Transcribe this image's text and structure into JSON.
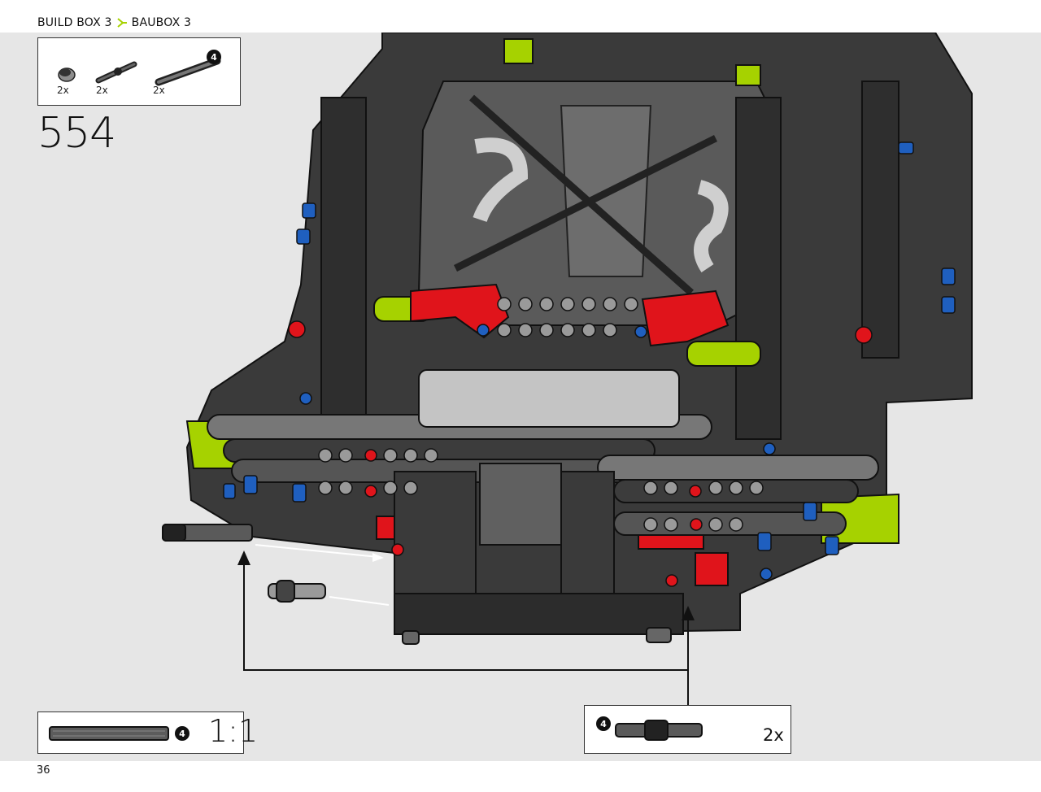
{
  "header": {
    "crumb_en": "BUILD BOX 3",
    "crumb_de": "BAUBOX 3",
    "accent_color": "#a6d200"
  },
  "parts_box": {
    "items": [
      {
        "icon": "bush-icon",
        "qty": "2x"
      },
      {
        "icon": "axle-pin-icon",
        "qty": "2x"
      },
      {
        "icon": "axle-4-icon",
        "qty": "2x",
        "badge": "4"
      }
    ]
  },
  "step": {
    "number": "554"
  },
  "scale_box": {
    "badge": "4",
    "label": "1:1"
  },
  "callout": {
    "badge": "4",
    "qty": "2x"
  },
  "footer": {
    "page_number": "36"
  },
  "colors": {
    "dark_grey": "#3a3a3a",
    "light_grey": "#9a9a9a",
    "lime": "#a6d200",
    "red": "#e0141b",
    "blue": "#1f5fbf"
  }
}
